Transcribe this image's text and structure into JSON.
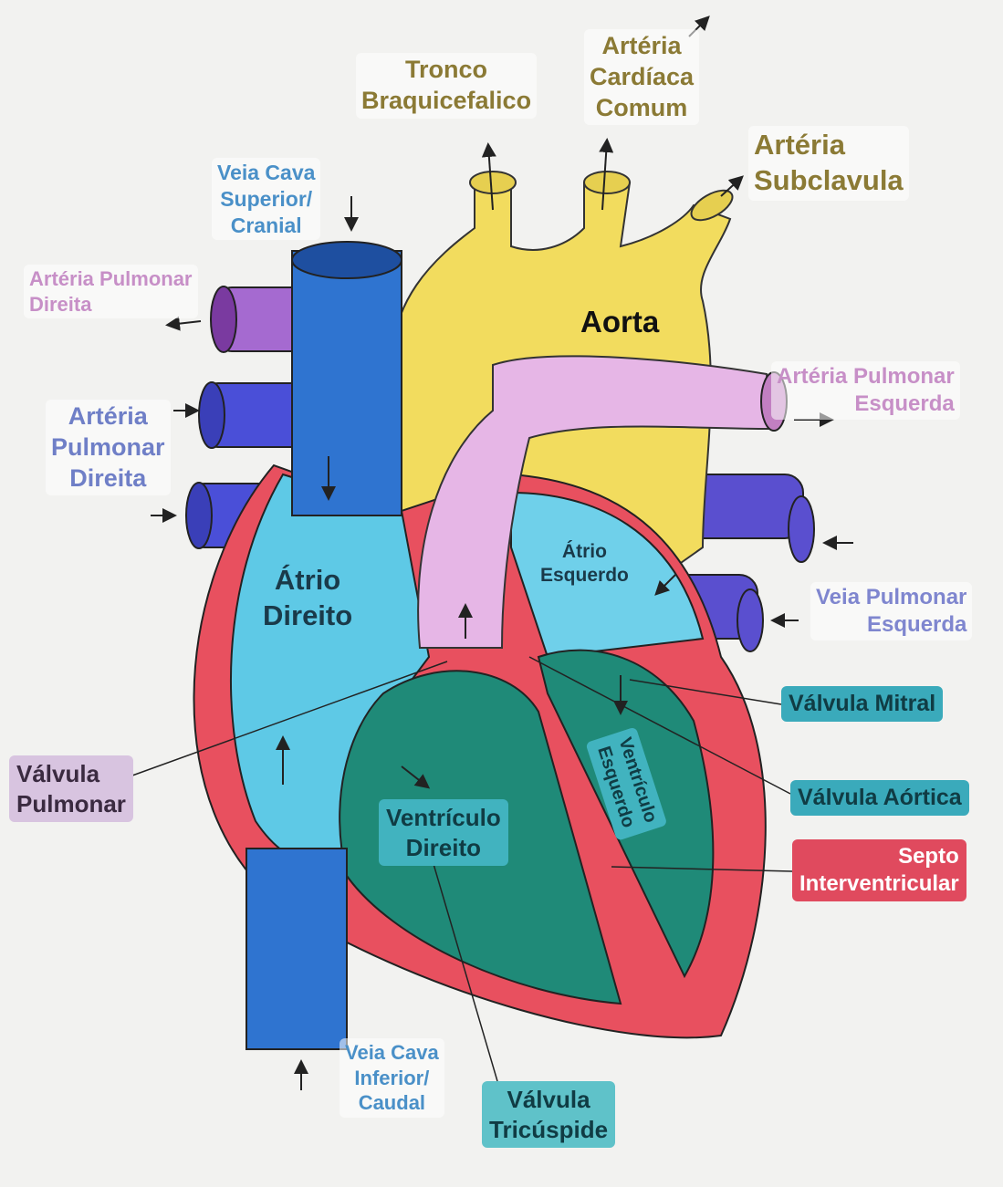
{
  "title": "Anatomia do Coração",
  "colors": {
    "background": "#f2f2f0",
    "heart_wall": "#e8505f",
    "atrium": "#5ec9e6",
    "ventricle": "#1f8a78",
    "aorta": "#f2dc5e",
    "vena_cava": "#2f74d0",
    "pulmonary_artery": "#e6b6e6",
    "pulmonary_vein": "#5a4fcf"
  },
  "labels": {
    "tronco_braquicefalico": [
      "Tronco",
      "Braquicefalico"
    ],
    "arteria_cardiaca_comum": [
      "Artéria",
      "Cardíaca",
      "Comum"
    ],
    "arteria_subclavula": [
      "Artéria",
      "Subclavula"
    ],
    "veia_cava_superior": [
      "Veia Cava",
      "Superior/",
      "Cranial"
    ],
    "arteria_pulmonar_direita_top": [
      "Artéria Pulmonar",
      "Direita"
    ],
    "aorta": "Aorta",
    "arteria_pulmonar_esquerda": [
      "Artéria Pulmonar",
      "Esquerda"
    ],
    "arteria_pulmonar_direita": [
      "Artéria",
      "Pulmonar",
      "Direita"
    ],
    "atrio_direito": [
      "Átrio",
      "Direito"
    ],
    "atrio_esquerdo": [
      "Átrio",
      "Esquerdo"
    ],
    "veia_pulmonar_esquerda": [
      "Veia Pulmonar",
      "Esquerda"
    ],
    "valvula_mitral": "Válvula Mitral",
    "valvula_pulmonar": [
      "Válvula",
      "Pulmonar"
    ],
    "valvula_aortica": "Válvula Aórtica",
    "ventriculo_direito": [
      "Ventrículo",
      "Direito"
    ],
    "ventriculo_esquerdo": [
      "Ventrículo",
      "Esquerdo"
    ],
    "septo_interventricular": [
      "Septo",
      "Interventricular"
    ],
    "veia_cava_inferior": [
      "Veia Cava",
      "Inferior/",
      "Caudal"
    ],
    "valvula_tricuspide": [
      "Válvula",
      "Tricúspide"
    ]
  }
}
